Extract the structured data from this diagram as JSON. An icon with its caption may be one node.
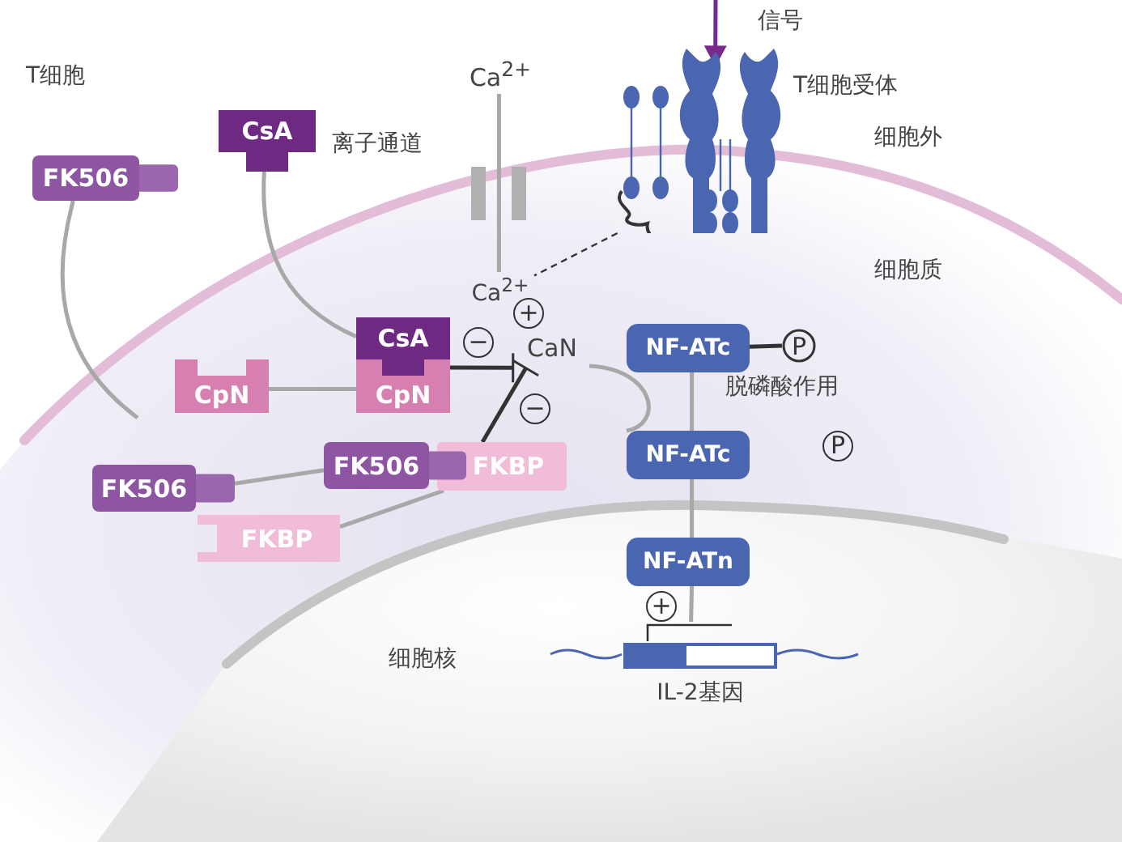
{
  "diagram": {
    "nodes": [
      {
        "text": [
          "FK506"
        ]
      },
      {
        "text": [
          "CsA"
        ]
      },
      {
        "text": [
          "CsA"
        ]
      },
      {
        "text": [
          "CpN"
        ]
      },
      {
        "text": [
          "CpN"
        ]
      },
      {
        "text": [
          "FK506"
        ]
      },
      {
        "text": [
          "FKBP"
        ]
      },
      {
        "text": [
          "FK506"
        ]
      },
      {
        "text": [
          "FKBP"
        ]
      },
      {
        "text": [
          "CaN"
        ]
      },
      {
        "text": [
          "NF-ATc"
        ]
      },
      {
        "text": [
          "NF-ATc"
        ]
      },
      {
        "text": [
          "NF-ATn"
        ]
      },
      {
        "text": [
          "IL-2基因"
        ]
      },
      {
        "text": [
          "Ca$^{2+}$"
        ]
      },
      {
        "text": [
          "Ca$^{2+}$"
        ]
      },
      {
        "text": [],
        "shape": "picture",
        "beside": [
          "T细胞受体"
        ]
      },
      {
        "text": [
          "P"
        ]
      }
    ],
    "edges": [
      {
        "from": 0,
        "to": null,
        "arrow": "none"
      },
      {
        "from": 1,
        "to": 2,
        "arrow": "none"
      },
      {
        "from": 4,
        "to": 3,
        "arrow": "none"
      },
      {
        "from": 5,
        "to": 7,
        "arrow": "none"
      },
      {
        "from": 6,
        "to": 8,
        "arrow": "none"
      },
      {
        "from": 2,
        "to": 9,
        "arrow": "other",
        "label": "−",
        "color": "#333333"
      },
      {
        "from": 8,
        "to": 9,
        "arrow": "other",
        "label": "−",
        "color": "#333333"
      },
      {
        "from": 14,
        "to": 15,
        "arrow": "none"
      },
      {
        "from": 16,
        "to": 15,
        "arrow": "none",
        "style": "dashed",
        "color": "#333333"
      },
      {
        "from": null,
        "to": 16,
        "arrow": "to",
        "label": "信号",
        "color": "#7a2a8a"
      },
      {
        "from": 9,
        "to": 11,
        "arrow": "none"
      },
      {
        "from": 10,
        "to": 17,
        "arrow": "none",
        "color": "#333333"
      },
      {
        "from": 10,
        "to": 11,
        "arrow": "none",
        "label": "脱磷酸作用"
      },
      {
        "from": 11,
        "to": 12,
        "arrow": "none"
      },
      {
        "from": 12,
        "to": 13,
        "arrow": "none"
      }
    ],
    "labels": [
      "T细胞",
      "离子通道",
      "细胞外",
      "细胞质",
      "+",
      "P",
      "细胞核",
      "+"
    ]
  }
}
